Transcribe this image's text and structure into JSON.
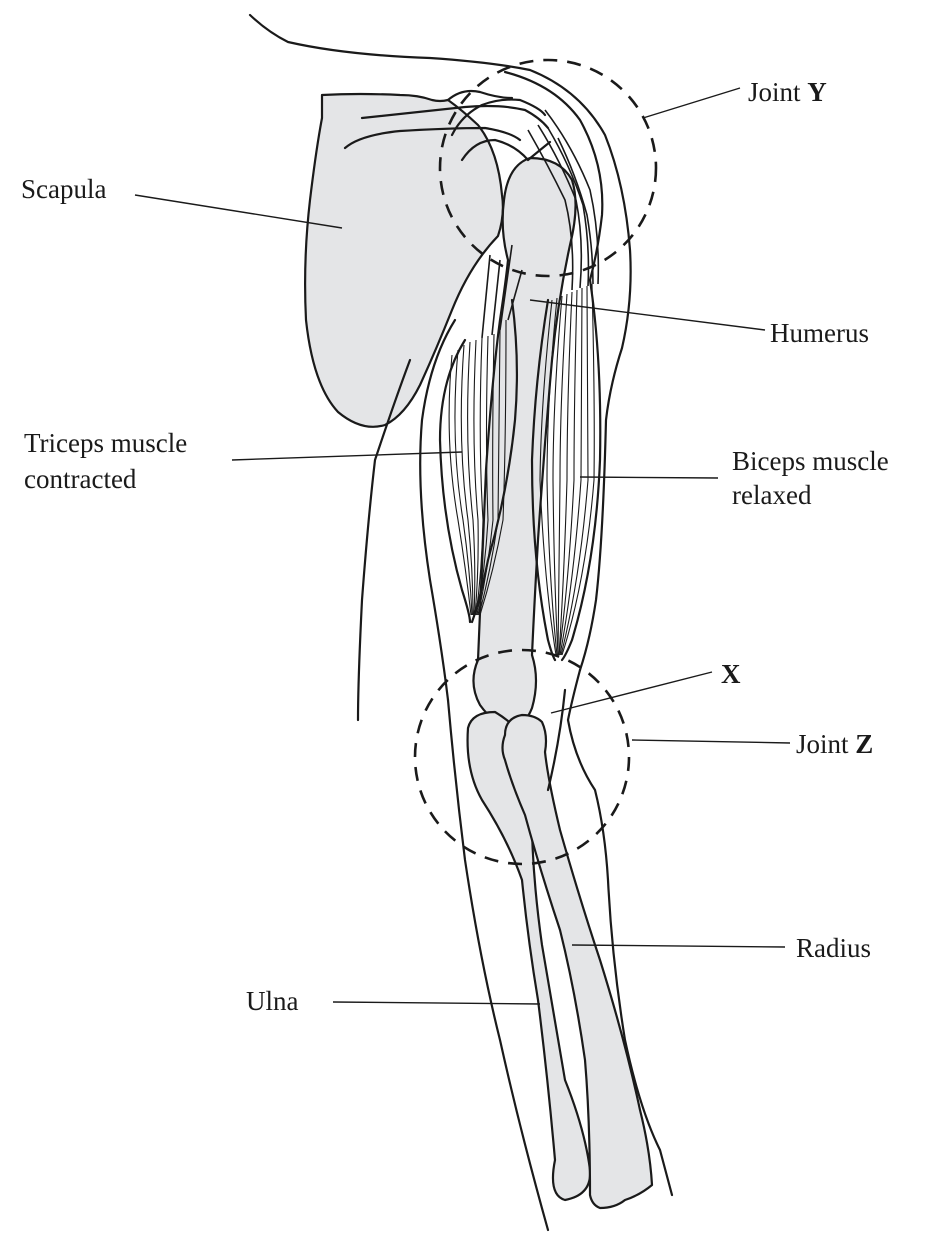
{
  "labels": {
    "scapula": "Scapula",
    "joint_y_prefix": "Joint ",
    "joint_y_letter": "Y",
    "humerus": "Humerus",
    "triceps_line1": "Triceps muscle",
    "triceps_line2": "contracted",
    "biceps_line1": "Biceps muscle",
    "biceps_line2": "relaxed",
    "x_marker": "X",
    "joint_z_prefix": "Joint ",
    "joint_z_letter": "Z",
    "radius": "Radius",
    "ulna": "Ulna"
  },
  "colors": {
    "bone_fill": "#e4e5e7",
    "line": "#1a1a1a"
  }
}
